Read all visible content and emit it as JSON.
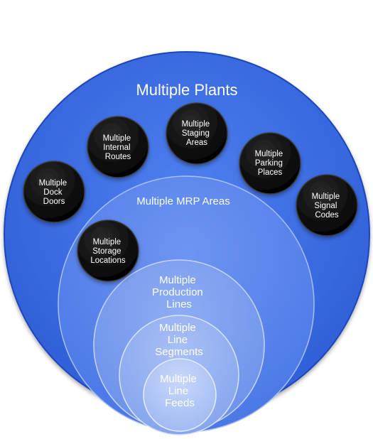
{
  "diagram": {
    "rings": [
      {
        "id": "plants",
        "lines": [
          "Multiple Plants"
        ]
      },
      {
        "id": "mrp",
        "lines": [
          "Multiple MRP Areas"
        ]
      },
      {
        "id": "production",
        "lines": [
          "Multiple",
          "Production",
          "Lines"
        ]
      },
      {
        "id": "segments",
        "lines": [
          "Multiple",
          "Line",
          "Segments"
        ]
      },
      {
        "id": "feeds",
        "lines": [
          "Multiple",
          "Line",
          "Feeds"
        ]
      }
    ],
    "nodes": [
      {
        "id": "dock-doors",
        "lines": [
          "Multiple",
          "Dock",
          "Doors"
        ]
      },
      {
        "id": "internal-routes",
        "lines": [
          "Multiple",
          "Internal",
          "Routes"
        ]
      },
      {
        "id": "staging-areas",
        "lines": [
          "Multiple",
          "Staging",
          "Areas"
        ]
      },
      {
        "id": "parking-places",
        "lines": [
          "Multiple",
          "Parking",
          "Places"
        ]
      },
      {
        "id": "signal-codes",
        "lines": [
          "Multiple",
          "Signal",
          "Codes"
        ]
      },
      {
        "id": "storage-locations",
        "lines": [
          "Multiple",
          "Storage",
          "Locations"
        ]
      }
    ],
    "colors": {
      "outer": "#3d6ee6",
      "mrp": "#5b87ef",
      "production": "#7ea1f1",
      "segments": "#9bb6f3",
      "feeds": "#b9cdf7",
      "node": "#0a0a0a"
    }
  }
}
